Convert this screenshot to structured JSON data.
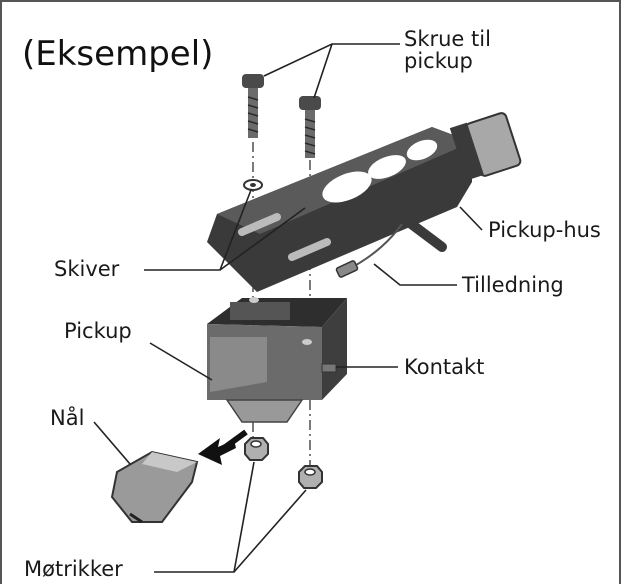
{
  "title": "(Eksempel)",
  "labels": {
    "screw_line1": "Skrue til",
    "screw_line2": "pickup",
    "headshell": "Pickup-hus",
    "washers": "Skiver",
    "lead_wire": "Tilledning",
    "cartridge": "Pickup",
    "connector": "Kontakt",
    "stylus": "Nål",
    "nuts": "Møtrikker"
  },
  "colors": {
    "part_dark": "#3a3a3a",
    "part_mid": "#6b6b6b",
    "part_light": "#a8a8a8",
    "leader": "#222222"
  }
}
